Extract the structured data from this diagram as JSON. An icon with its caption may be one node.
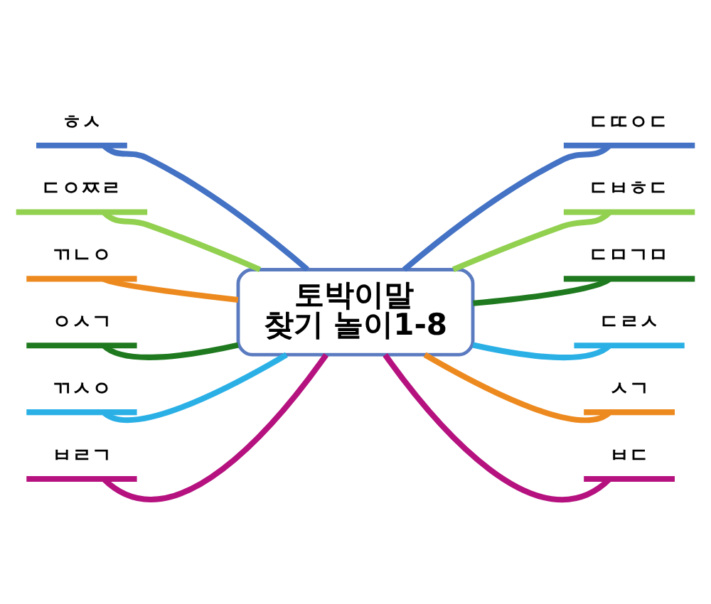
{
  "diagram": {
    "nodes": [
      {
        "text": [
          "토박이말 찾기 놀이1-8"
        ]
      },
      {
        "text": [
          "ㅎㅅ"
        ]
      },
      {
        "text": [
          "ㄷㄸㅇㄷ"
        ]
      },
      {
        "text": [
          "ㄷㅇㅉㄹ"
        ]
      },
      {
        "text": [
          "ㄷㅂㅎㄷ"
        ]
      },
      {
        "text": [
          "ㄲㄴㅇ"
        ]
      },
      {
        "text": [
          "ㄷㅁㄱㅁ"
        ]
      },
      {
        "text": [
          "ㅇㅅㄱ"
        ]
      },
      {
        "text": [
          "ㄷㄹㅅ"
        ]
      },
      {
        "text": [
          "ㄲㅅㅇ"
        ]
      },
      {
        "text": [
          "ㅅㄱ"
        ]
      },
      {
        "text": [
          "ㅂㄹㄱ"
        ]
      },
      {
        "text": [
          "ㅂㄷ"
        ]
      }
    ],
    "edges": [
      {
        "from": 1,
        "to": 0,
        "arrow": "none",
        "color": "#4472c4"
      },
      {
        "from": 0,
        "to": 2,
        "arrow": "none",
        "color": "#4472c4"
      },
      {
        "from": 3,
        "to": 0,
        "arrow": "none",
        "color": "#92d050"
      },
      {
        "from": 0,
        "to": 4,
        "arrow": "none",
        "color": "#92d050"
      },
      {
        "from": 5,
        "to": 0,
        "arrow": "none",
        "color": "#ed8a1f"
      },
      {
        "from": 0,
        "to": 6,
        "arrow": "none",
        "color": "#1f7a1f"
      },
      {
        "from": 7,
        "to": 0,
        "arrow": "none",
        "color": "#1f7a1f"
      },
      {
        "from": 0,
        "to": 8,
        "arrow": "none",
        "color": "#2bb0e6"
      },
      {
        "from": 9,
        "to": 0,
        "arrow": "none",
        "color": "#2bb0e6"
      },
      {
        "from": 0,
        "to": 10,
        "arrow": "none",
        "color": "#ed8a1f"
      },
      {
        "from": 11,
        "to": 0,
        "arrow": "none",
        "color": "#b5127f"
      },
      {
        "from": 0,
        "to": 12,
        "arrow": "none",
        "color": "#b5127f"
      }
    ]
  }
}
